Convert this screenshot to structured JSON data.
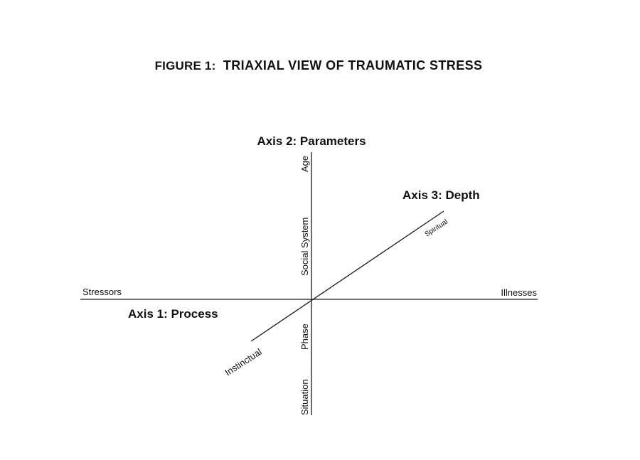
{
  "figure": {
    "title_prefix": "FIGURE 1:",
    "title_main": "TRIAXIAL VIEW OF TRAUMATIC STRESS"
  },
  "axis1": {
    "title": "Axis 1: Process",
    "left_label": "Stressors",
    "right_label": "Illnesses"
  },
  "axis2": {
    "title": "Axis 2: Parameters",
    "upper_labels": [
      "Age",
      "Social System"
    ],
    "lower_labels": [
      "Phase",
      "Situation"
    ]
  },
  "axis3": {
    "title": "Axis 3: Depth",
    "upper_label": "Spiritual",
    "lower_label": "Instinctual"
  },
  "colors": {
    "line": "#1a1a1a",
    "text": "#111111",
    "background": "#ffffff"
  }
}
